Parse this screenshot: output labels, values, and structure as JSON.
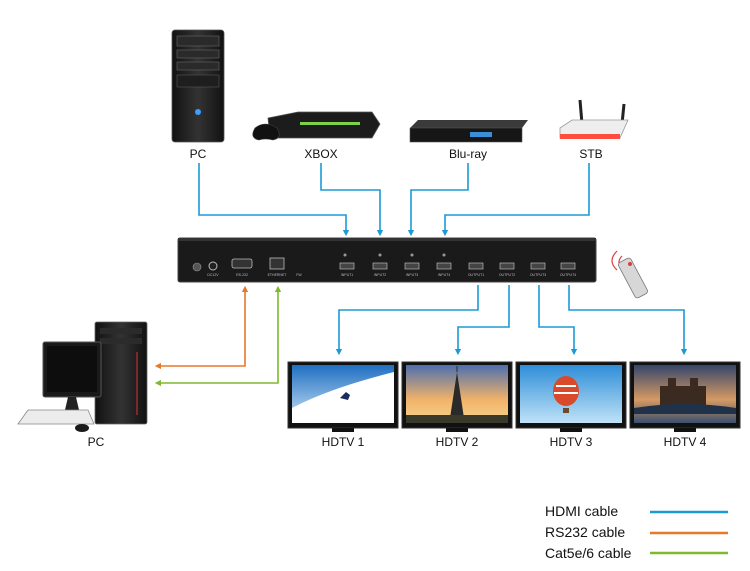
{
  "sources": [
    {
      "label": "PC",
      "icon": "pc-tower-icon"
    },
    {
      "label": "XBOX",
      "icon": "game-console-icon"
    },
    {
      "label": "Blu-ray",
      "icon": "bluray-player-icon"
    },
    {
      "label": "STB",
      "icon": "router-stb-icon"
    }
  ],
  "control_pc": {
    "label": "PC",
    "icon": "desktop-pc-icon"
  },
  "displays": [
    {
      "label": "HDTV 1",
      "scene": "skier"
    },
    {
      "label": "HDTV 2",
      "scene": "eiffel-tower"
    },
    {
      "label": "HDTV 3",
      "scene": "hot-air-balloon"
    },
    {
      "label": "HDTV 4",
      "scene": "notre-dame"
    }
  ],
  "matrix": {
    "port_labels": [
      "DC12V",
      "RS-232",
      "ETHERNET",
      "FW",
      "INPUT1",
      "INPUT2",
      "INPUT3",
      "INPUT4",
      "OUTPUT1",
      "OUTPUT2",
      "OUTPUT3",
      "OUTPUT4"
    ]
  },
  "legend": [
    {
      "label": "HDMI cable",
      "color": "#1b9ad6"
    },
    {
      "label": "RS232 cable",
      "color": "#e6782a"
    },
    {
      "label": "Cat5e/6 cable",
      "color": "#7dba2e"
    }
  ],
  "colors": {
    "hdmi": "#1b9ad6",
    "rs232": "#e6782a",
    "cat": "#7dba2e",
    "device": "#1a1a1a"
  }
}
